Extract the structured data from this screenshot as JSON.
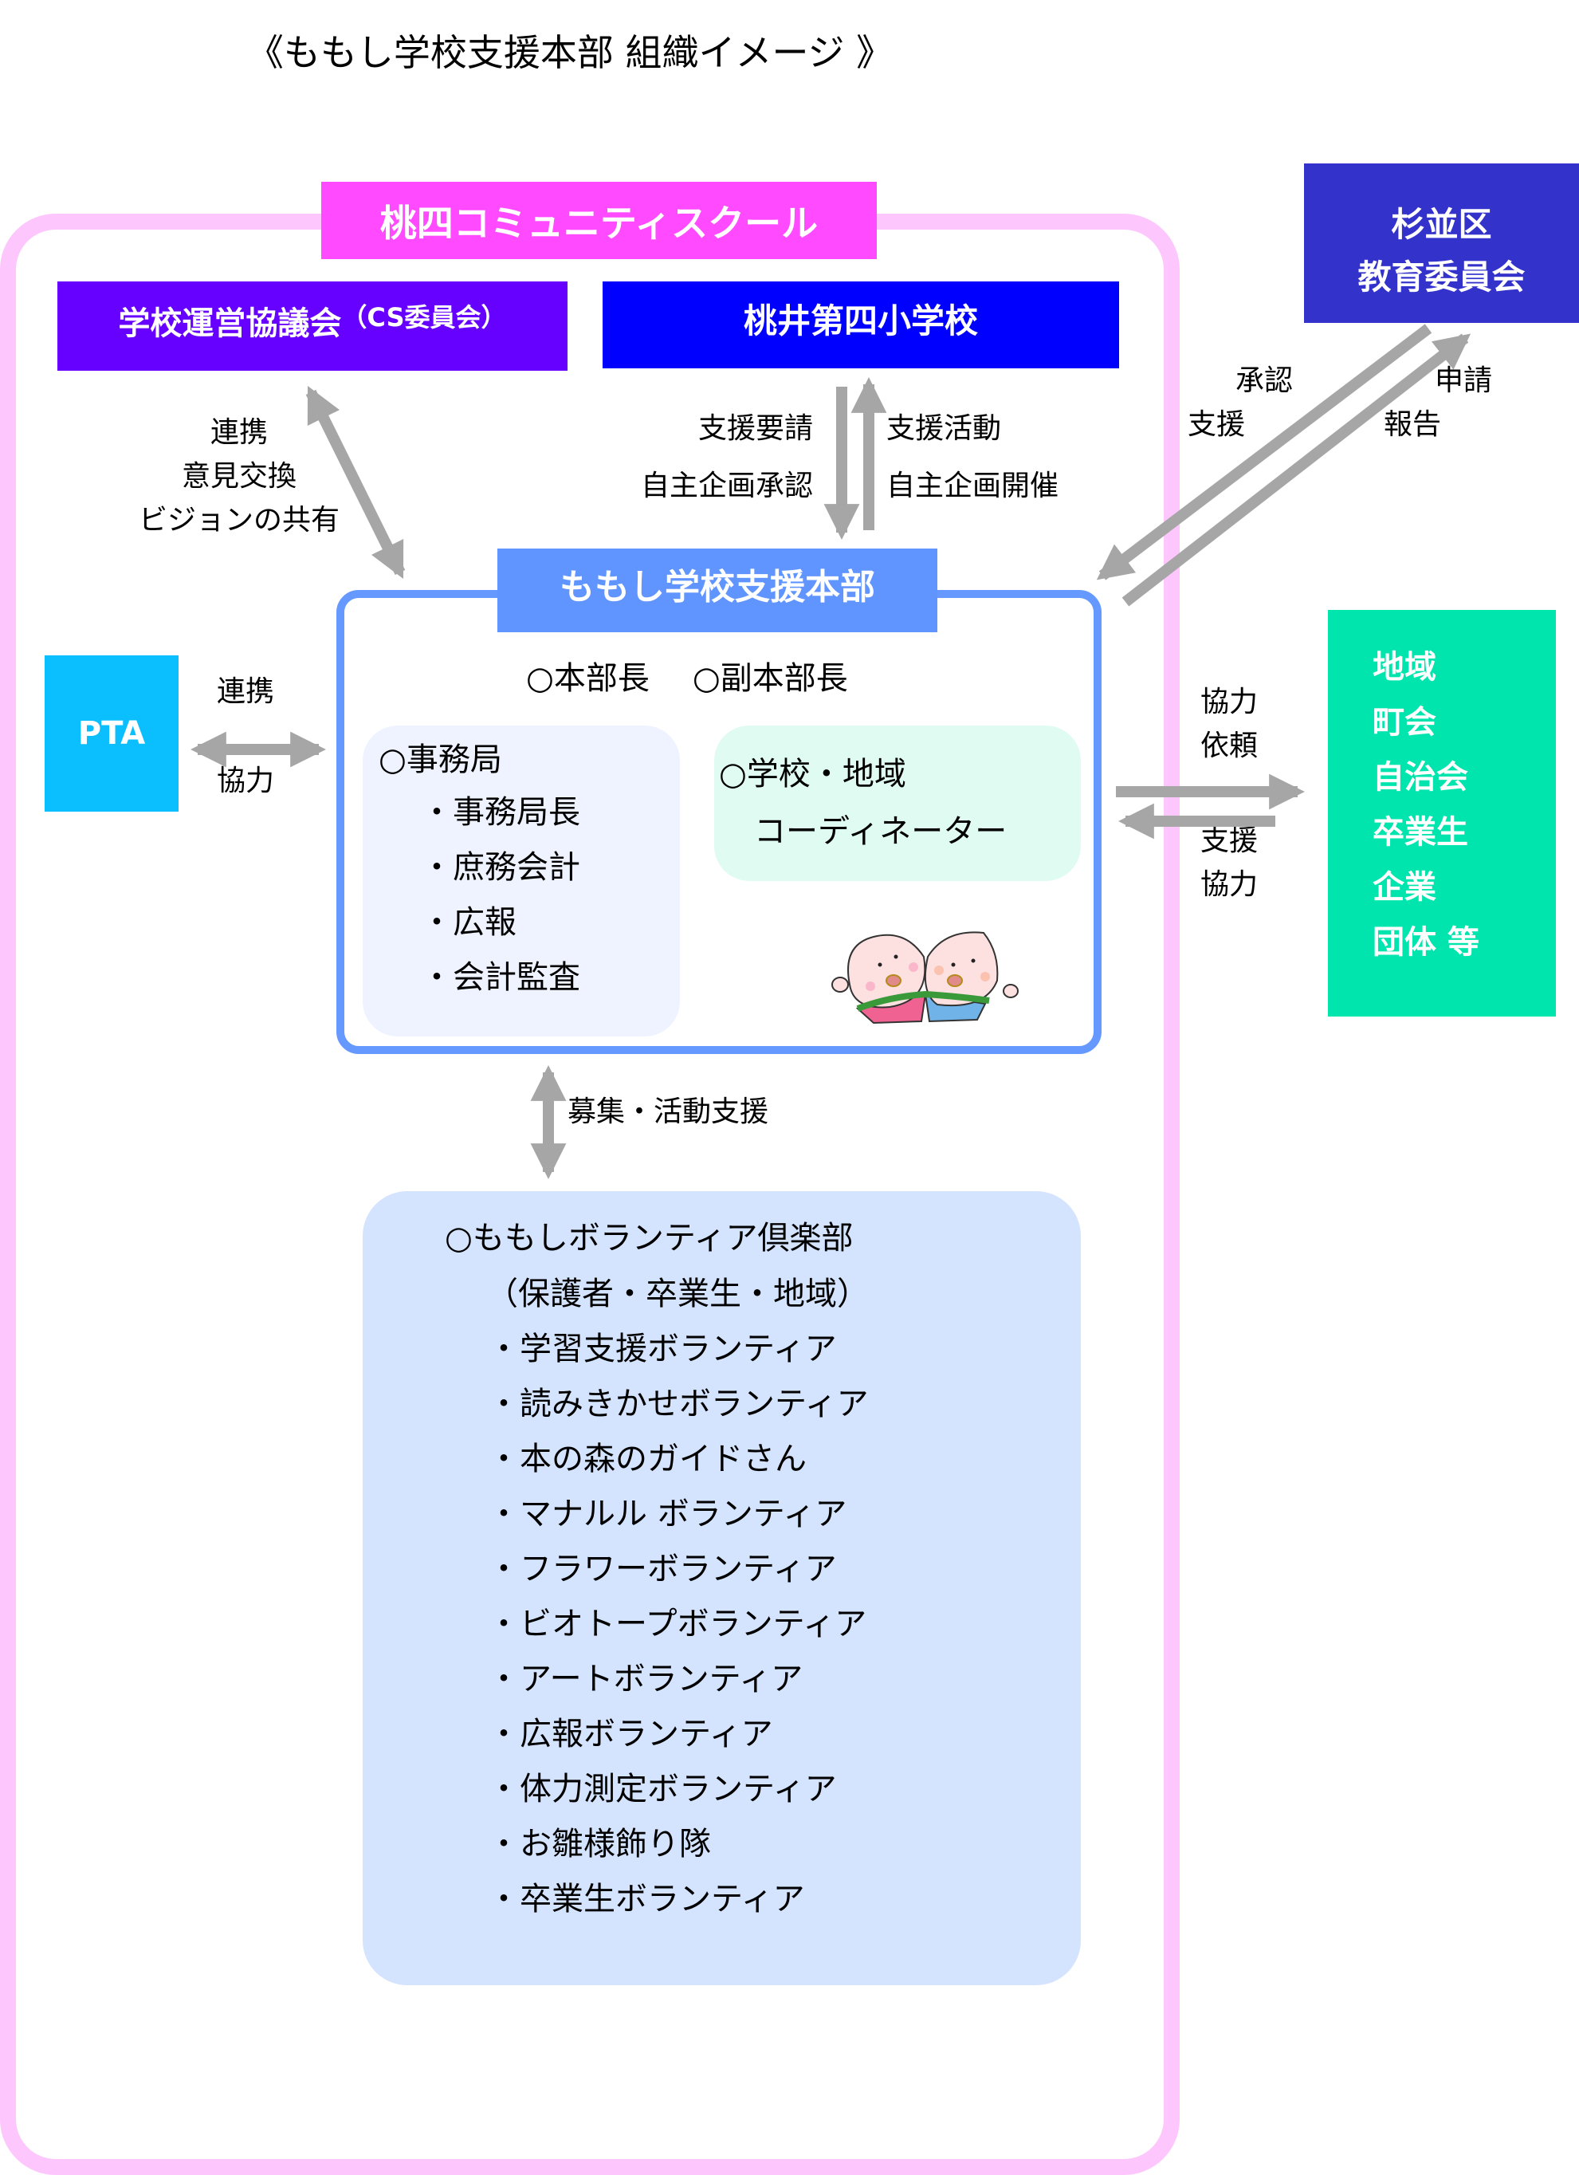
{
  "title": "《ももし学校支援本部 組織イメージ 》",
  "community_school": {
    "label": "桃四コミュニティスクール"
  },
  "council": {
    "name": "学校運営協議会",
    "note": "（CS委員会）"
  },
  "school": {
    "name": "桃井第四小学校"
  },
  "board": {
    "line1": "杉並区",
    "line2": "教育委員会"
  },
  "headquarters": {
    "label": "ももし学校支援本部",
    "officers": [
      "○本部長",
      "○副本部長"
    ],
    "secretariat": {
      "title": "○事務局",
      "members": [
        "・事務局長",
        "・庶務会計",
        "・広報",
        "・会計監査"
      ]
    },
    "coordinator": {
      "line1": "○学校・地域",
      "line2": "コーディネーター"
    },
    "mascot": "peach-mascots-illustration"
  },
  "pta": {
    "label": "PTA"
  },
  "community": {
    "items": [
      "地域",
      "町会",
      "自治会",
      "卒業生",
      "企業",
      "団体 等"
    ]
  },
  "volunteer_club": {
    "title": "○ももしボランティア倶楽部",
    "subtitle": "（保護者・卒業生・地域）",
    "items": [
      "・学習支援ボランティア",
      "・読みきかせボランティア",
      "・本の森のガイドさん",
      "・マナルル ボランティア",
      "・フラワーボランティア",
      "・ビオトープボランティア",
      "・アートボランティア",
      "・広報ボランティア",
      "・体力測定ボランティア",
      "・お雛様飾り隊",
      "・卒業生ボランティア"
    ]
  },
  "connectors": {
    "council_hq": [
      "連携",
      "意見交換",
      "ビジョンの共有"
    ],
    "school_to_hq": [
      "支援要請",
      "自主企画承認"
    ],
    "hq_to_school": [
      "支援活動",
      "自主企画開催"
    ],
    "board_to_hq": [
      "承認",
      "支援"
    ],
    "hq_to_board": [
      "申請",
      "報告"
    ],
    "pta_hq_top": "連携",
    "pta_hq_bottom": "協力",
    "hq_to_community": [
      "協力",
      "依頼"
    ],
    "community_to_hq": [
      "支援",
      "協力"
    ],
    "hq_volunteer": "募集・活動支援"
  },
  "colors": {
    "community_school_border": "#fdc6fd",
    "community_school_label": "#ff4aff",
    "council": "#6600ff",
    "school": "#0000ff",
    "board": "#3333cc",
    "hq_border": "#6699ff",
    "hq_label": "#6094ff",
    "pta": "#0bbfff",
    "community": "#00e5ad",
    "volunteer_bg": "#d4e4ff",
    "arrow": "#a6a6a6"
  }
}
